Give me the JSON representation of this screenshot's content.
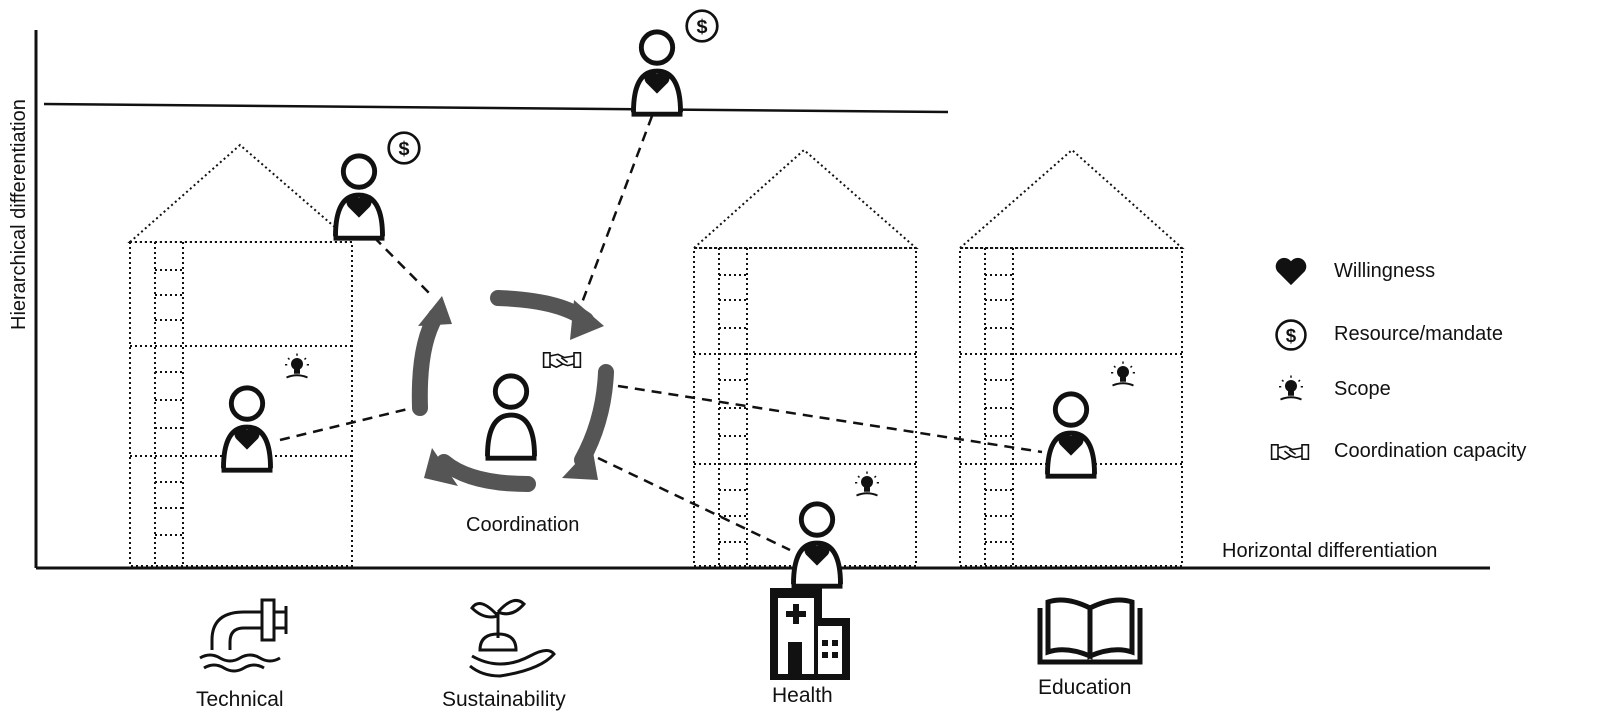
{
  "axes": {
    "y_label": "Hierarchical differentiation",
    "x_label": "Horizontal differentiation"
  },
  "center": {
    "label": "Coordination"
  },
  "sectors": [
    {
      "label": "Technical",
      "icon": "water-pipe-icon"
    },
    {
      "label": "Sustainability",
      "icon": "sprout-hand-icon"
    },
    {
      "label": "Health",
      "icon": "hospital-icon"
    },
    {
      "label": "Education",
      "icon": "open-book-icon"
    }
  ],
  "legend": [
    {
      "label": "Willingness",
      "icon": "heart-icon"
    },
    {
      "label": "Resource/mandate",
      "icon": "dollar-coin-icon"
    },
    {
      "label": "Scope",
      "icon": "lightbulb-icon"
    },
    {
      "label": "Coordination capacity",
      "icon": "handshake-icon"
    }
  ],
  "colors": {
    "line": "#111111",
    "arrows": "#555555"
  }
}
